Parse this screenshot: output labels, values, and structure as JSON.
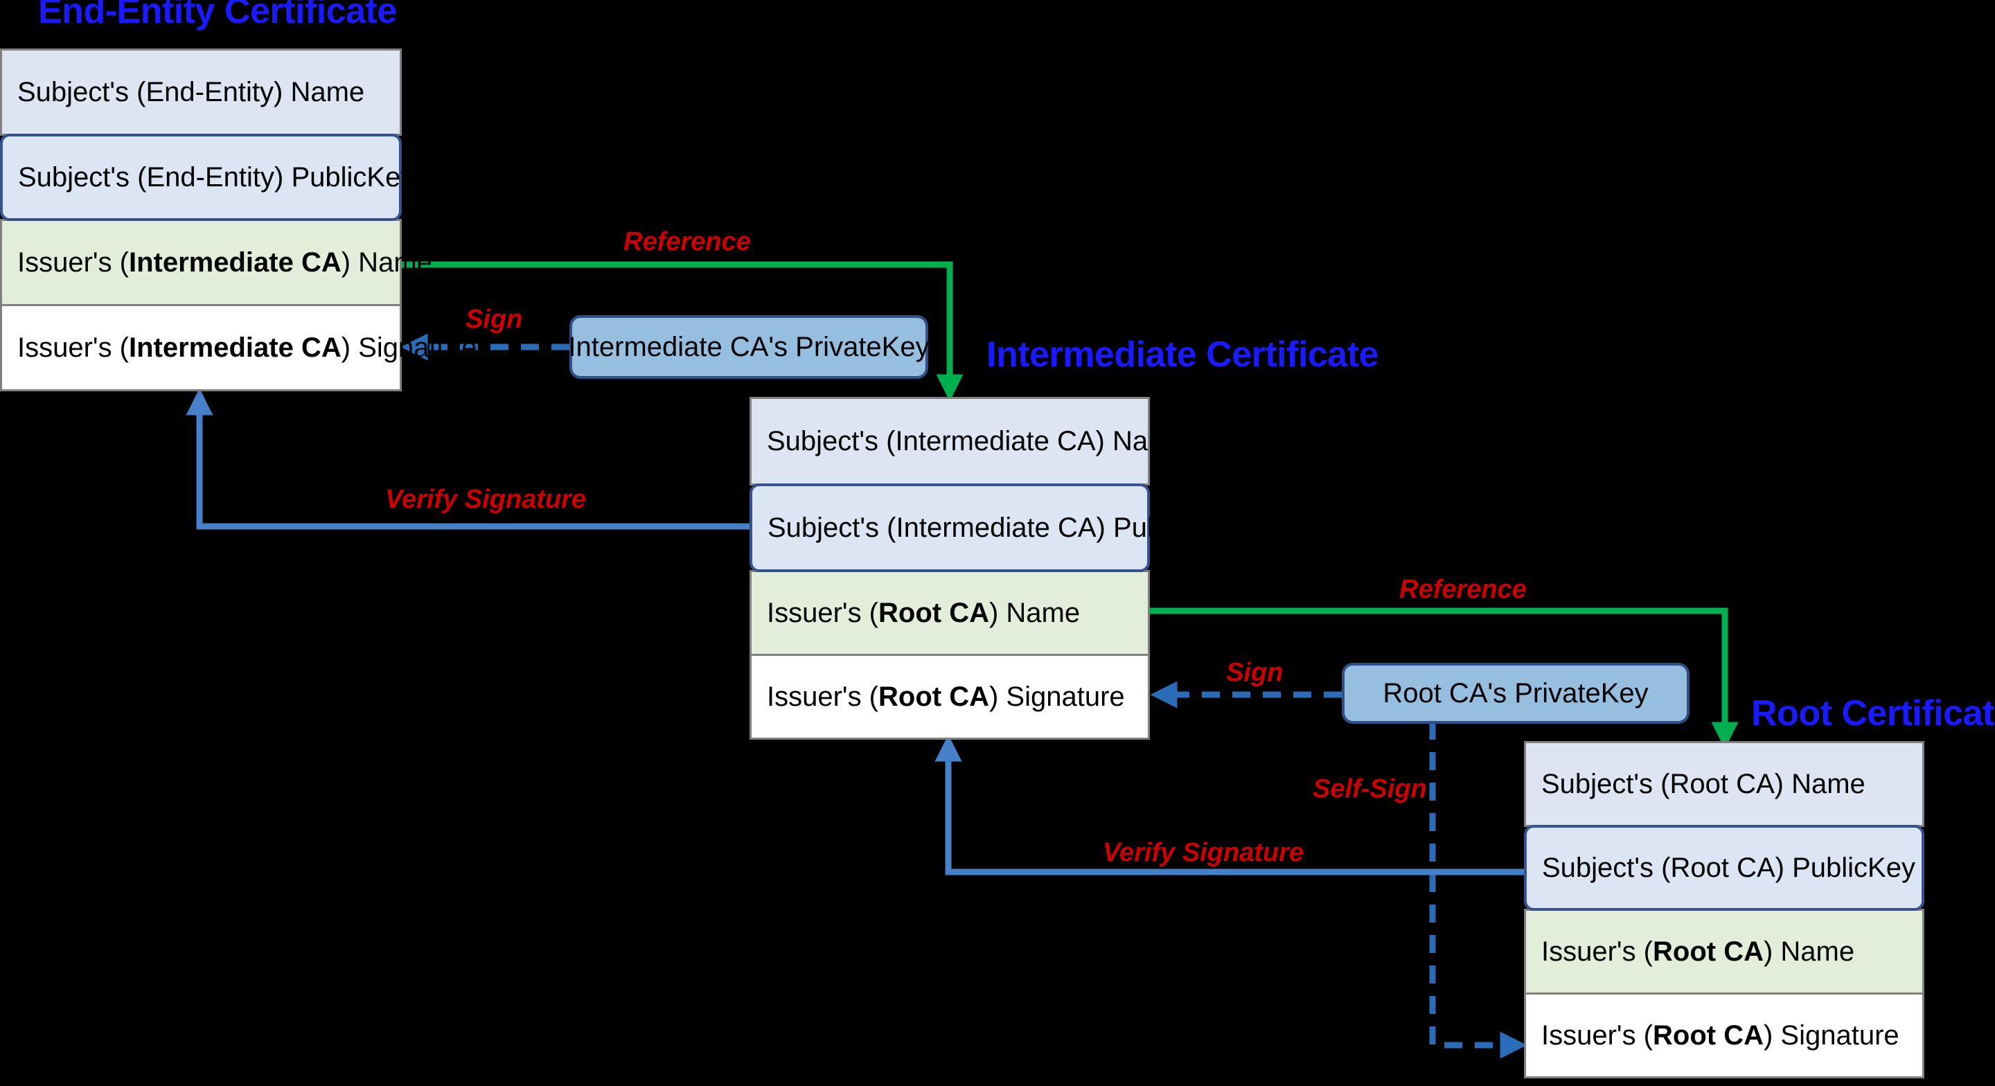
{
  "diagram": {
    "title_color": "#1a1aff",
    "label_color": "#cc0000",
    "reference_arrow_color": "#00b050",
    "sign_arrow_color": "#2b6cb8",
    "verify_arrow_color": "#4580c8",
    "subject_fill": "#dde5f3",
    "issuer_fill": "#e3eeda",
    "signature_fill": "#ffffff",
    "key_fill": "#96bede"
  },
  "certificates": {
    "end_entity": {
      "title": "End-Entity Certificate",
      "rows": [
        {
          "label": "Subject's (End-Entity) Name"
        },
        {
          "label": "Subject's (End-Entity) PublicKey"
        },
        {
          "pre": "Issuer's (",
          "strong": "Intermediate CA",
          "post": ") Name"
        },
        {
          "pre": "Issuer's (",
          "strong": "Intermediate CA",
          "post": ") Signature"
        }
      ]
    },
    "intermediate": {
      "title": "Intermediate Certificate",
      "rows": [
        {
          "label": "Subject's (Intermediate CA) Name"
        },
        {
          "label": "Subject's (Intermediate CA) PublicKey"
        },
        {
          "pre": "Issuer's (",
          "strong": "Root CA",
          "post": ") Name"
        },
        {
          "pre": "Issuer's (",
          "strong": "Root CA",
          "post": ") Signature"
        }
      ]
    },
    "root": {
      "title": "Root Certificate",
      "rows": [
        {
          "label": "Subject's (Root CA) Name"
        },
        {
          "label": "Subject's (Root CA) PublicKey"
        },
        {
          "pre": "Issuer's (",
          "strong": "Root CA",
          "post": ") Name"
        },
        {
          "pre": "Issuer's (",
          "strong": "Root CA",
          "post": ") Signature"
        }
      ]
    }
  },
  "keys": {
    "intermediate_private_key": "Intermediate CA's PrivateKey",
    "root_private_key": "Root CA's PrivateKey"
  },
  "edge_labels": {
    "reference_top": "Reference",
    "sign_top": "Sign",
    "verify_top": "Verify Signature",
    "reference_bottom": "Reference",
    "sign_bottom": "Sign",
    "verify_bottom": "Verify Signature",
    "self_sign": "Self-Sign"
  }
}
